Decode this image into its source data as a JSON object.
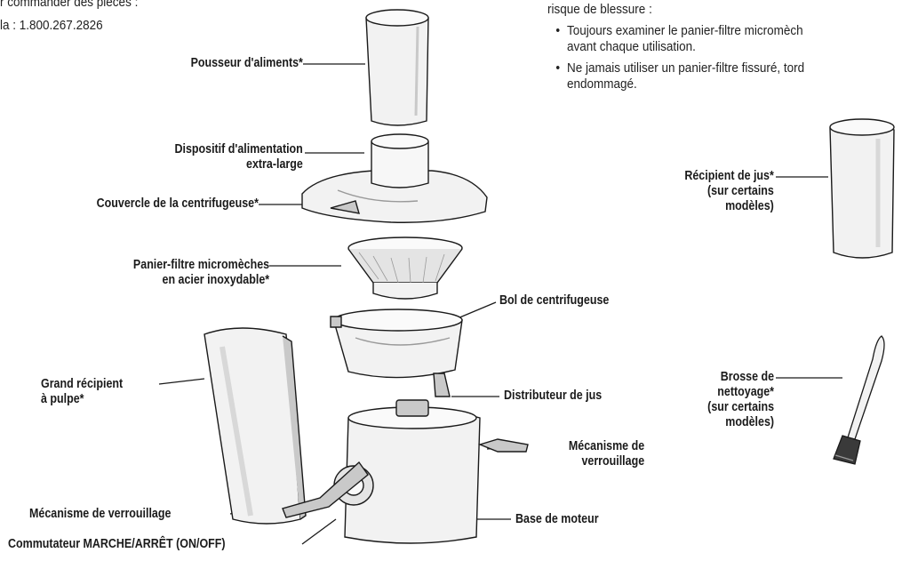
{
  "header_left": {
    "line1": "r commander des pièces :",
    "line2": "la : 1.800.267.2826"
  },
  "warning": {
    "intro": "risque de blessure :",
    "bullet1_line1": "Toujours examiner le panier-filtre micromèch",
    "bullet1_line2": "avant chaque utilisation.",
    "bullet2_line1": "Ne jamais utiliser un panier-filtre fissuré, tord",
    "bullet2_line2": "endommagé."
  },
  "labels": {
    "food_pusher": "Pousseur d'aliments*",
    "feed_tube": "Dispositif d'alimentation\nextra-large",
    "juicer_cover": "Couvercle de la centrifugeuse*",
    "filter_basket": "Panier-filtre micromèches\nen acier inoxydable*",
    "juicer_bowl": "Bol de centrifugeuse",
    "pulp_container": "Grand récipient\nà pulpe*",
    "juice_spout": "Distributeur de jus",
    "locking_right": "Mécanisme de\nverrouillage",
    "locking_left": "Mécanisme de verrouillage",
    "motor_base": "Base de moteur",
    "switch": "Commutateur MARCHE/ARRÊT (ON/OFF)",
    "juice_jug": "Récipient de jus*\n(sur certains\nmodèles)",
    "brush": "Brosse de\nnettoyage*\n(sur certains\nmodèles)"
  },
  "colors": {
    "line": "#1a1a1a",
    "part_fill": "#f2f2f2",
    "part_shade": "#c9c9c9",
    "mesh": "#9a9a9a"
  }
}
